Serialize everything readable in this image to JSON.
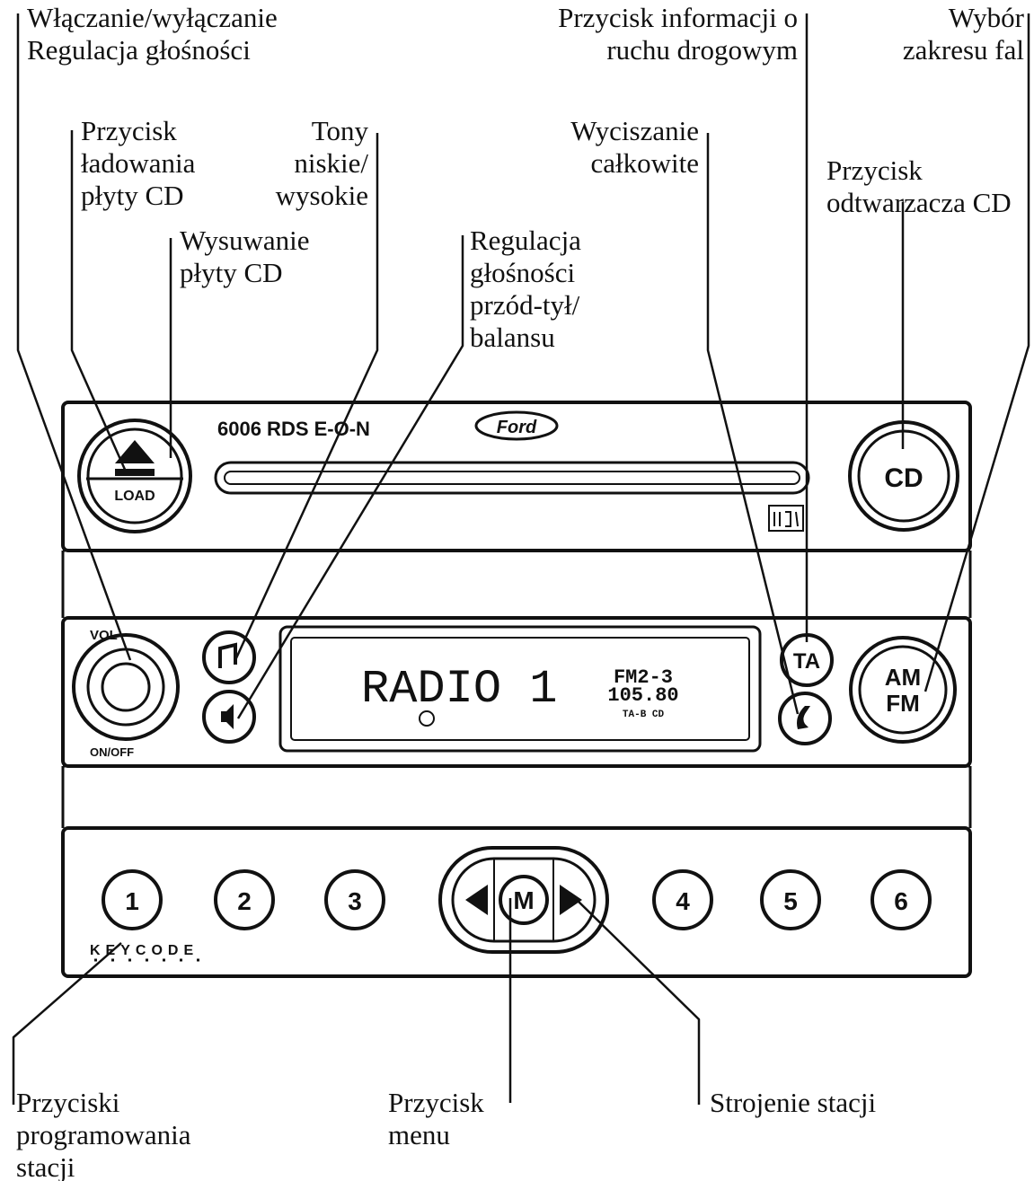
{
  "labels": {
    "power_volume": [
      "Włączanie/wyłączanie",
      "Regulacja głośności"
    ],
    "traffic_info": [
      "Przycisk informacji o",
      "ruchu drogowym"
    ],
    "band_select": [
      "Wybór",
      "zakresu fal"
    ],
    "cd_load": [
      "Przycisk",
      "ładowania",
      "płyty CD"
    ],
    "bass_treble": [
      "Tony",
      "niskie/",
      "wysokie"
    ],
    "mute": [
      "Wyciszanie",
      "całkowite"
    ],
    "cd_player": [
      "Przycisk",
      "odtwarzacza CD"
    ],
    "cd_eject": [
      "Wysuwanie",
      "płyty CD"
    ],
    "fader_balance": [
      "Regulacja",
      "głośności",
      "przód-tył/",
      "balansu"
    ],
    "presets": [
      "Przyciski",
      "programowania",
      "stacji"
    ],
    "menu": [
      "Przycisk",
      "menu"
    ],
    "tuning": [
      "Strojenie stacji"
    ]
  },
  "radio": {
    "model": "6006 RDS E-O-N",
    "brand": "Ford",
    "load_label": "LOAD",
    "cd_label": "CD",
    "vol_label": "VOL",
    "onoff_label": "ON/OFF",
    "ta_label": "TA",
    "am_label": "AM",
    "fm_label": "FM",
    "menu_label": "M",
    "keycode_label": "KEYCODE",
    "presets": [
      "1",
      "2",
      "3",
      "4",
      "5",
      "6"
    ]
  },
  "display": {
    "main_text": "RADIO 1",
    "band": "FM2-3",
    "frequency": "105.80",
    "indicators": "TA-B CD"
  }
}
